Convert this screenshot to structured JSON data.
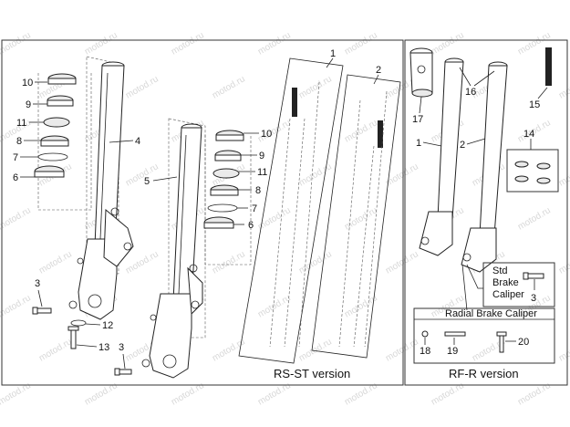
{
  "watermark": "motod.ru",
  "versions": {
    "rs_st": "RS-ST version",
    "rf_r": "RF-R version"
  },
  "callouts": {
    "std_brake": [
      "Std",
      "Brake",
      "Caliper"
    ],
    "radial_brake": "Radial Brake Caliper"
  },
  "labels": {
    "p1": "1",
    "p2": "2",
    "p3": "3",
    "p4": "4",
    "p5": "5",
    "p6": "6",
    "p7": "7",
    "p8": "8",
    "p9": "9",
    "p10": "10",
    "p11": "11",
    "p12": "12",
    "p13": "13",
    "p14": "14",
    "p15": "15",
    "p16": "16",
    "p17": "17",
    "p18": "18",
    "p19": "19",
    "p20": "20"
  }
}
